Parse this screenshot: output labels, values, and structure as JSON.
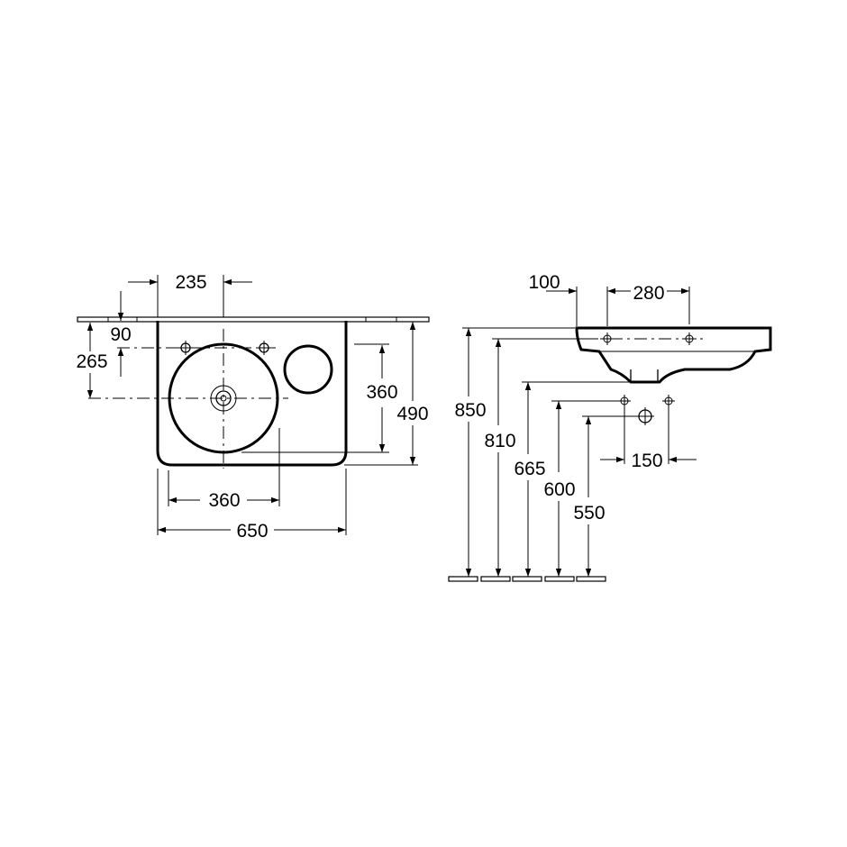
{
  "top_view": {
    "dim_tap_offset": "235",
    "dim_wall_offset": "90",
    "dim_drain_depth": "265",
    "dim_bowl_depth": "360",
    "dim_total_depth": "490",
    "dim_bowl_width": "360",
    "dim_total_width": "650"
  },
  "side_view": {
    "dim_tap_wall": "100",
    "dim_tap_spacing": "280",
    "dim_height_850": "850",
    "dim_height_810": "810",
    "dim_height_665": "665",
    "dim_height_600": "600",
    "dim_height_550": "550",
    "dim_supply_spacing": "150"
  }
}
